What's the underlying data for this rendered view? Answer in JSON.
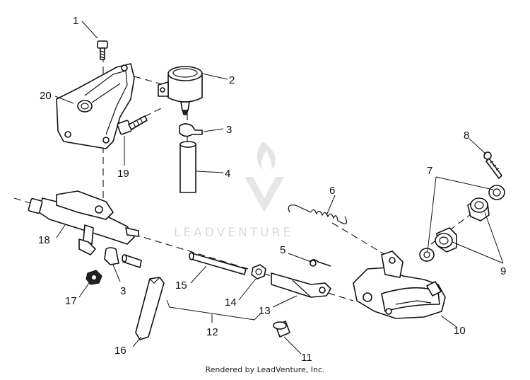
{
  "callouts": {
    "c1": "1",
    "c2": "2",
    "c3a": "3",
    "c3b": "3",
    "c4": "4",
    "c5": "5",
    "c6": "6",
    "c7": "7",
    "c8": "8",
    "c9": "9",
    "c10": "10",
    "c11": "11",
    "c12": "12",
    "c13": "13",
    "c14": "14",
    "c15": "15",
    "c16": "16",
    "c17": "17",
    "c18": "18",
    "c19": "19",
    "c20": "20"
  },
  "watermark": {
    "text": "LEADVENTURE"
  },
  "footer": {
    "text": "Rendered by LeadVenture, Inc."
  }
}
